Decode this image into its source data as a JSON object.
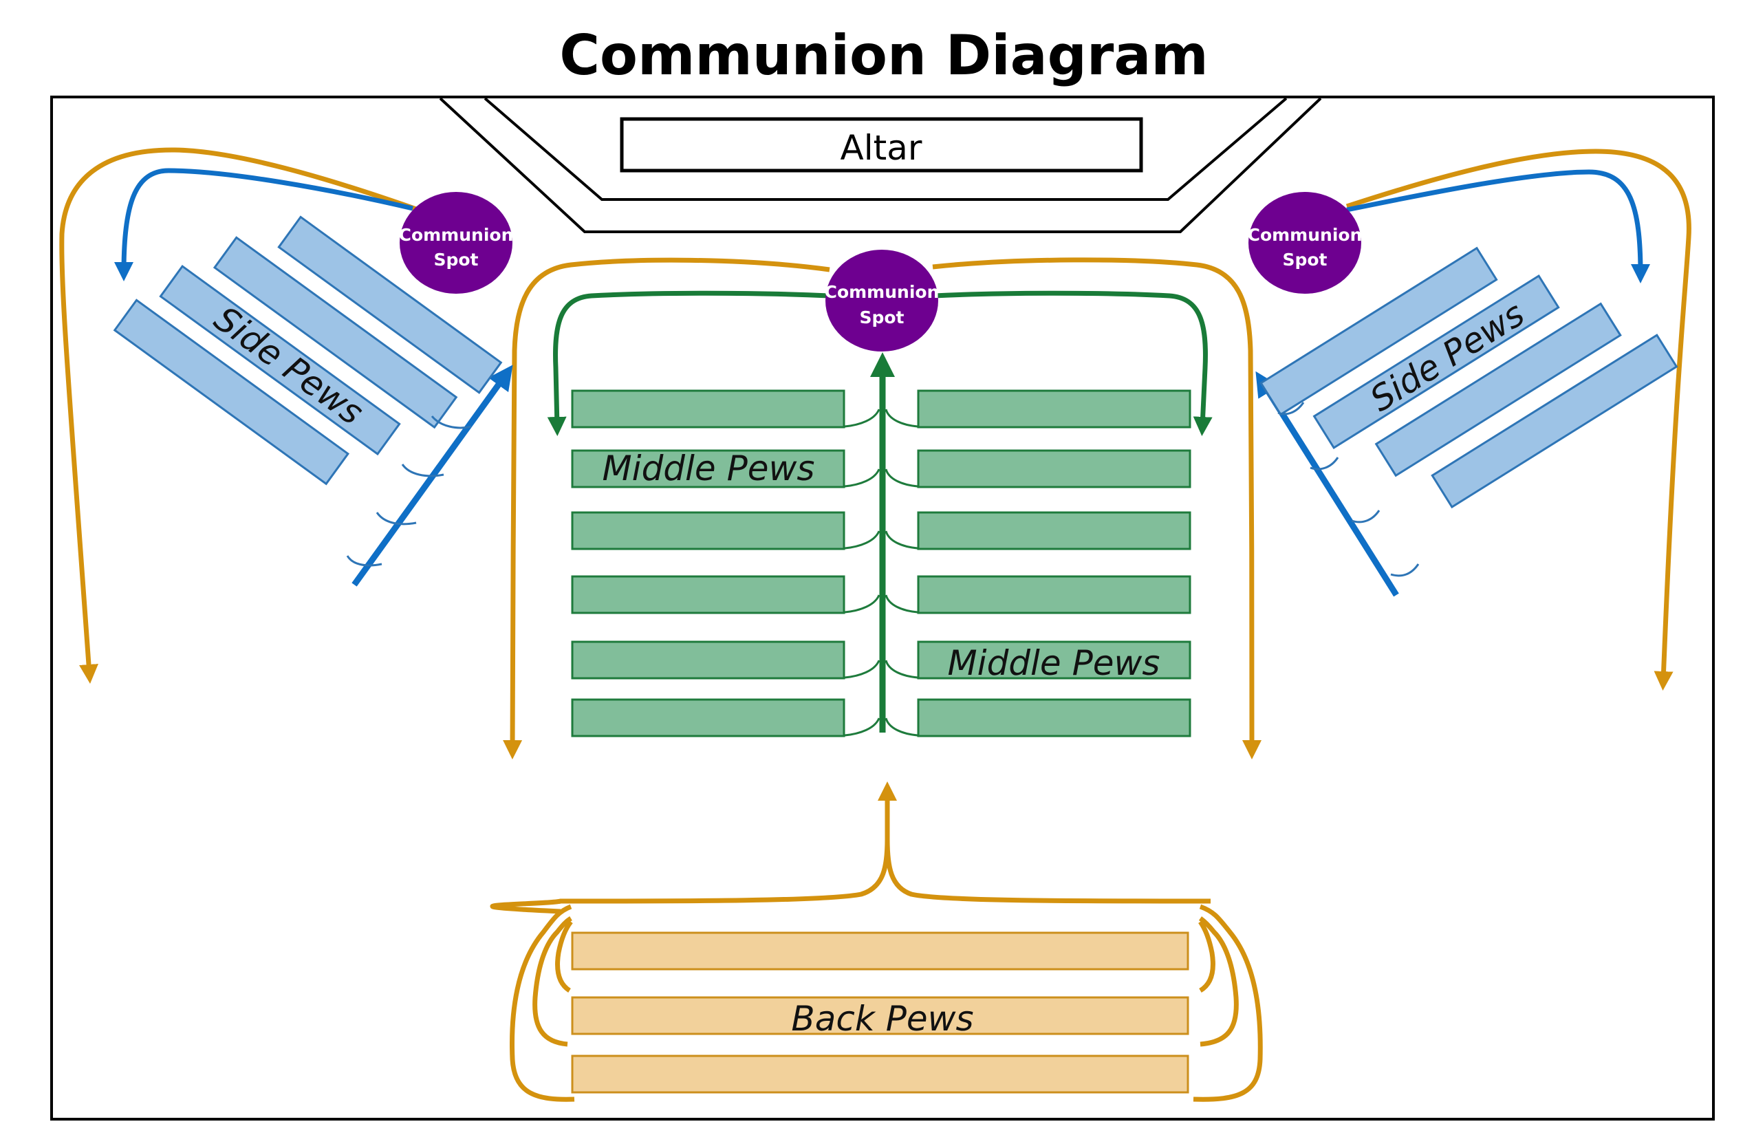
{
  "title": "Communion Diagram",
  "altar": {
    "label": "Altar"
  },
  "communion_spots": [
    {
      "line1": "Communion",
      "line2": "Spot"
    },
    {
      "line1": "Communion",
      "line2": "Spot"
    },
    {
      "line1": "Communion",
      "line2": "Spot"
    }
  ],
  "labels": {
    "side_pews_left": "Side Pews",
    "side_pews_right": "Side Pews",
    "middle_pews_left": "Middle Pews",
    "middle_pews_right": "Middle Pews",
    "back_pews": "Back Pews"
  },
  "colors": {
    "side_pew_fill": "#9dc3e6",
    "side_pew_stroke": "#2e75b6",
    "side_flow": "#0f6fc6",
    "middle_pew_fill": "#81be9a",
    "middle_pew_stroke": "#1e7b3c",
    "middle_flow": "#197b38",
    "back_pew_fill": "#f2d19b",
    "back_pew_stroke": "#cc8f1c",
    "return_flow": "#d4920e",
    "spot_fill": "#6e0090"
  }
}
